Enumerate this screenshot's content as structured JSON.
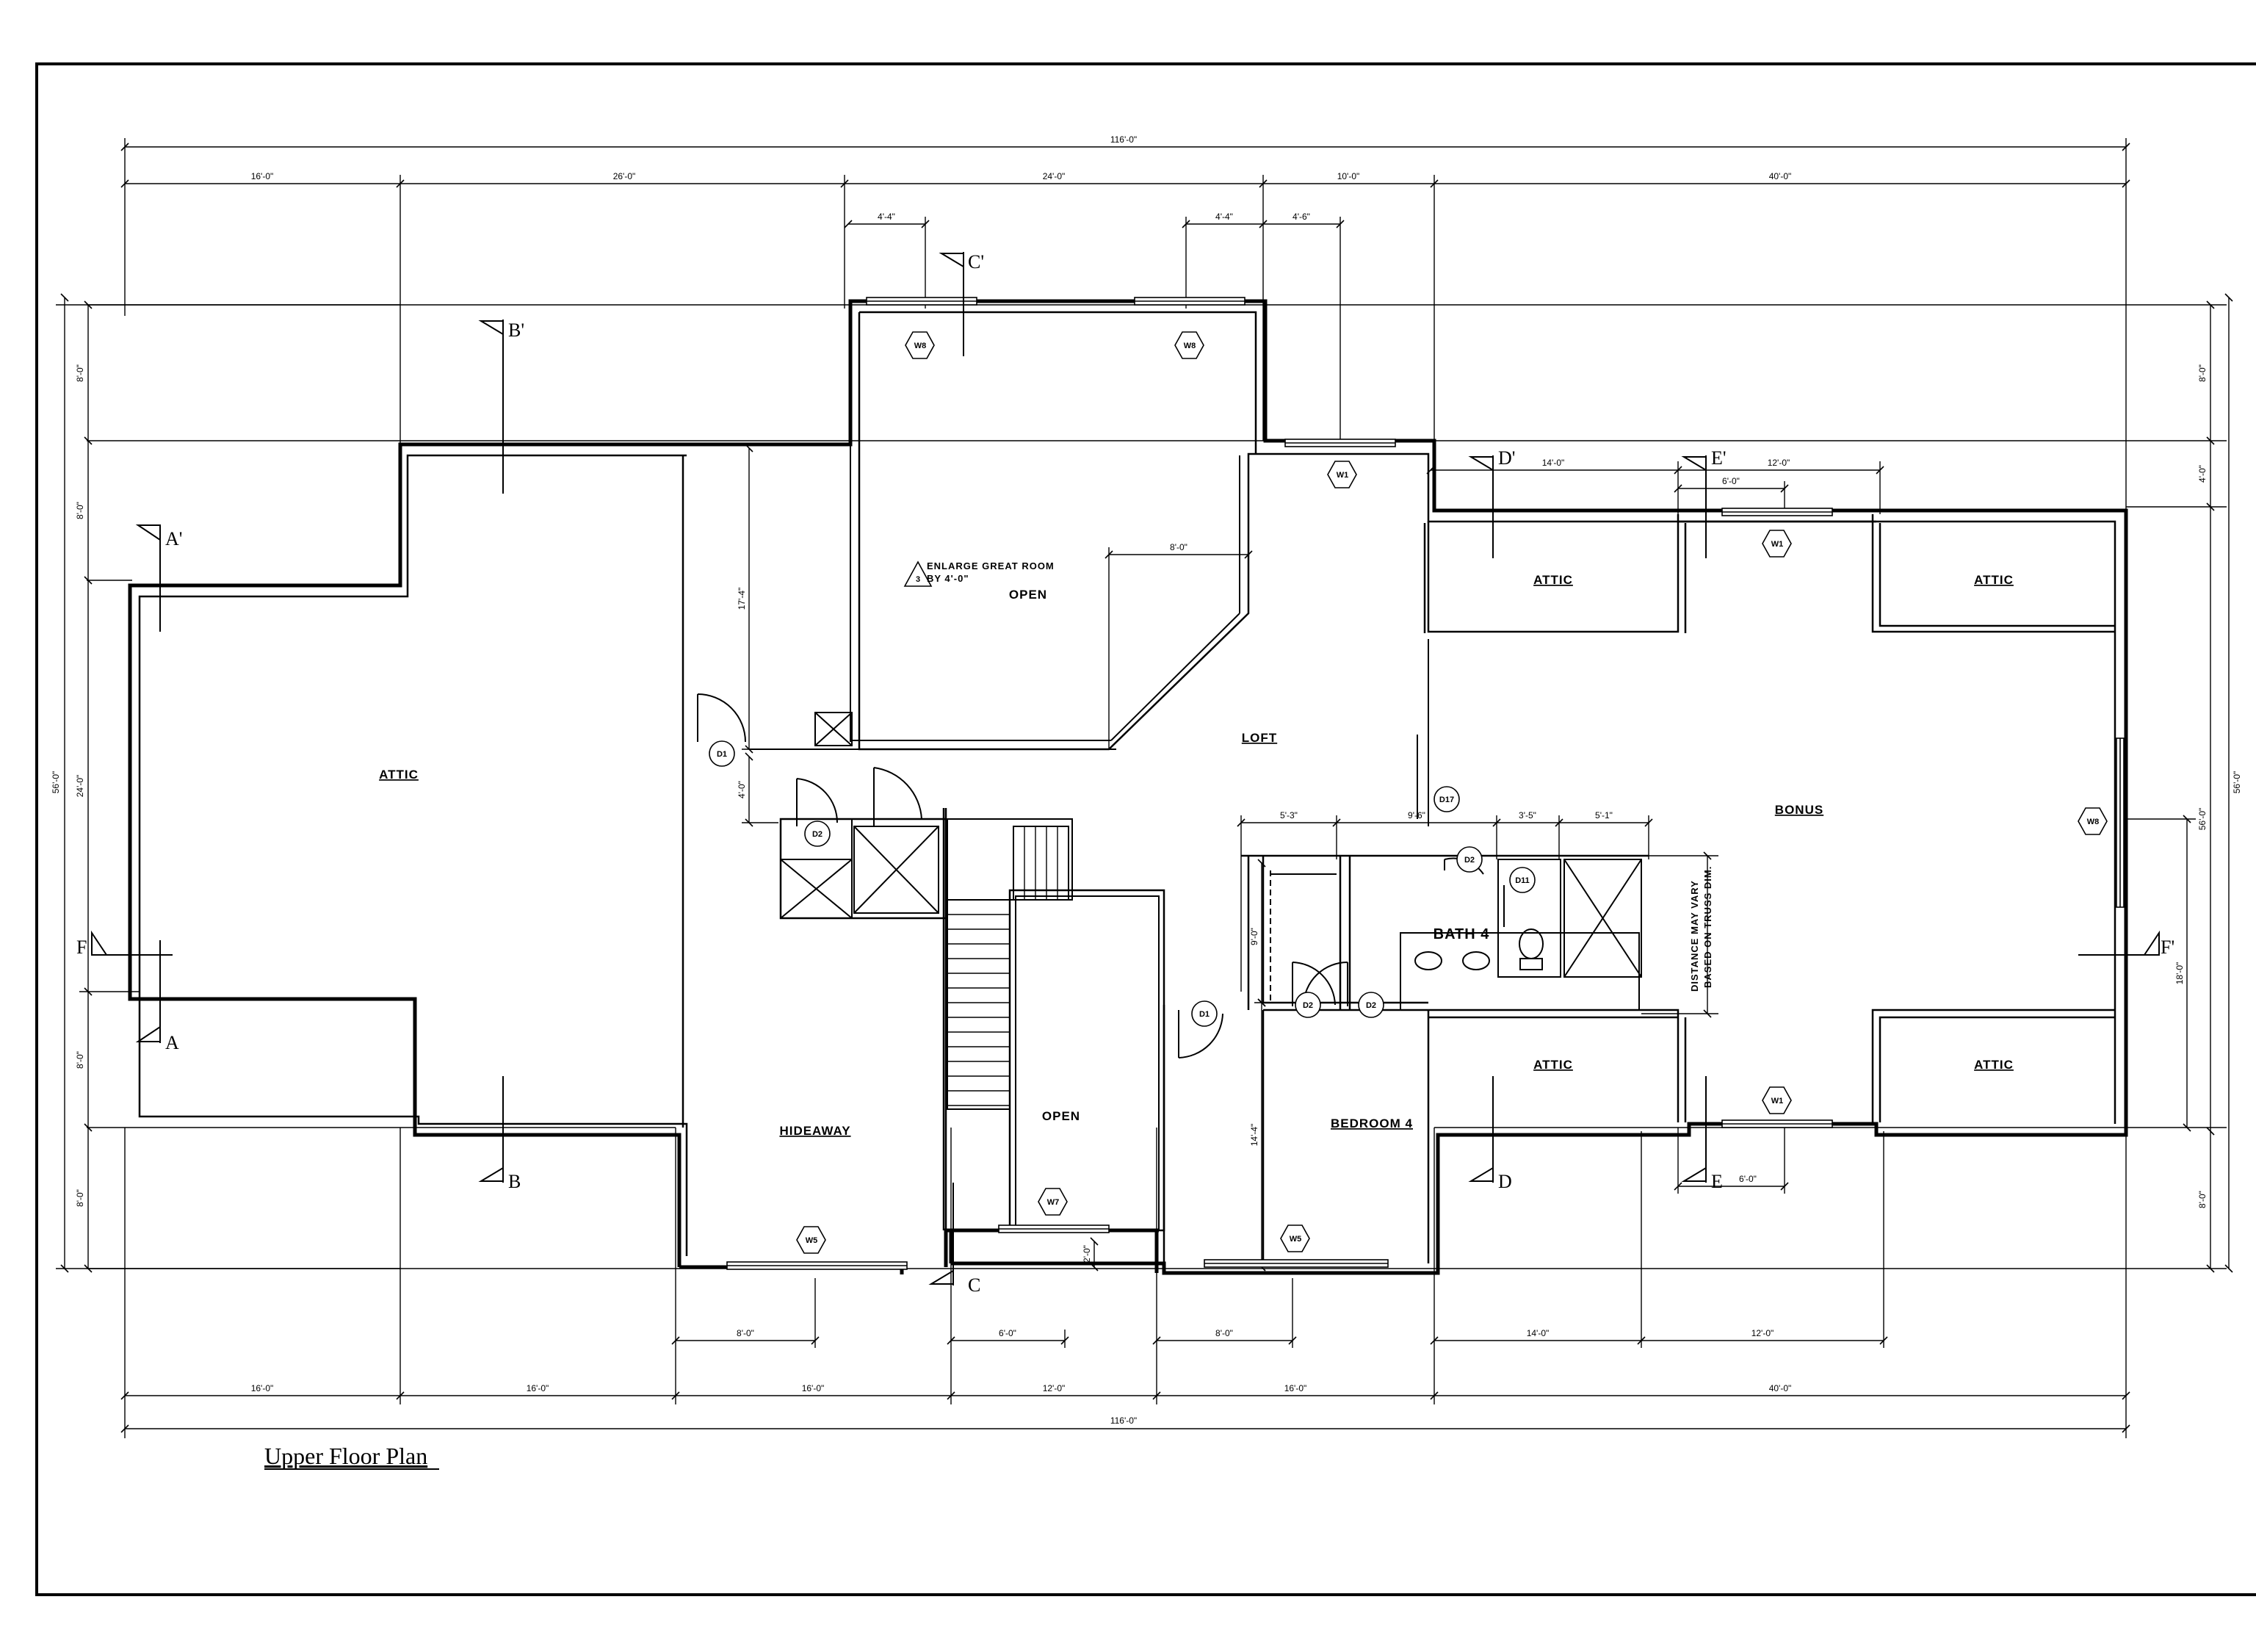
{
  "title": "Upper Floor Plan",
  "rooms": {
    "attic_main": "ATTIC",
    "attic_ne1": "ATTIC",
    "attic_ne2": "ATTIC",
    "attic_se1": "ATTIC",
    "attic_se2": "ATTIC",
    "hideaway": "HIDEAWAY",
    "open_great": "OPEN",
    "open_stair": "OPEN",
    "loft": "LOFT",
    "bonus": "BONUS",
    "bath4": "BATH 4",
    "bedroom4": "BEDROOM 4"
  },
  "notes": {
    "enlarge_num": "3",
    "enlarge_1": "ENLARGE GREAT ROOM",
    "enlarge_2": "BY 4'-0\"",
    "truss_1": "DISTANCE MAY VARY",
    "truss_2": "BASED ON TRUSS DIM."
  },
  "tags": {
    "w8_a": "W8",
    "w8_b": "W8",
    "w1_a": "W1",
    "w1_b": "W1",
    "w1_c": "W1",
    "w8_e": "W8",
    "w5_a": "W5",
    "w7": "W7",
    "w5_b": "W5",
    "d1_a": "D1",
    "d1_b": "D1",
    "d2_a": "D2",
    "d2_b": "D2",
    "d2_c": "D2",
    "d2_d": "D2",
    "d11": "D11",
    "d17": "D17"
  },
  "sections": {
    "a_top": "A'",
    "a_bot": "A",
    "b_top": "B'",
    "b_bot": "B",
    "c_top": "C'",
    "c_bot": "C",
    "d_top": "D'",
    "d_bot": "D",
    "e_top": "E'",
    "e_bot": "E",
    "f_left": "F",
    "f_right": "F'"
  },
  "dims": {
    "top_total": "116'-0\"",
    "top_1": "16'-0\"",
    "top_2": "26'-0\"",
    "top_3": "24'-0\"",
    "top_4": "10'-0\"",
    "top_5": "40'-0\"",
    "top_s1": "4'-4\"",
    "top_s2": "4'-4\"",
    "top_s3": "4'-6\"",
    "bot_total": "116'-0\"",
    "bot_1": "16'-0\"",
    "bot_2": "16'-0\"",
    "bot_3": "16'-0\"",
    "bot_4": "12'-0\"",
    "bot_5": "16'-0\"",
    "bot_6": "40'-0\"",
    "bot_s1": "8'-0\"",
    "bot_s2": "6'-0\"",
    "bot_s3": "8'-0\"",
    "bot_s4": "14'-0\"",
    "bot_s5": "12'-0\"",
    "left_total": "56'-0\"",
    "left_1": "8'-0\"",
    "left_2": "8'-0\"",
    "left_3": "24'-0\"",
    "left_4": "8'-0\"",
    "left_5": "8'-0\"",
    "right_total": "56'-0\"",
    "right_1": "8'-0\"",
    "right_2": "4'-0\"",
    "right_3": "56'-0\"",
    "right_4": "8'-0\"",
    "right_18": "18'-0\"",
    "in_17_4": "17'-4\"",
    "in_4_0": "4'-0\"",
    "in_8_0": "8'-0\"",
    "in_14_0": "14'-0\"",
    "in_12_0": "12'-0\"",
    "in_6_0a": "6'-0\"",
    "in_6_0b": "6'-0\"",
    "in_5_3": "5'-3\"",
    "in_9_6": "9'-6\"",
    "in_3_5": "3'-5\"",
    "in_5_1": "5'-1\"",
    "in_9_0": "9'-0\"",
    "in_14_4": "14'-4\"",
    "in_2_0": "2'-0\""
  }
}
